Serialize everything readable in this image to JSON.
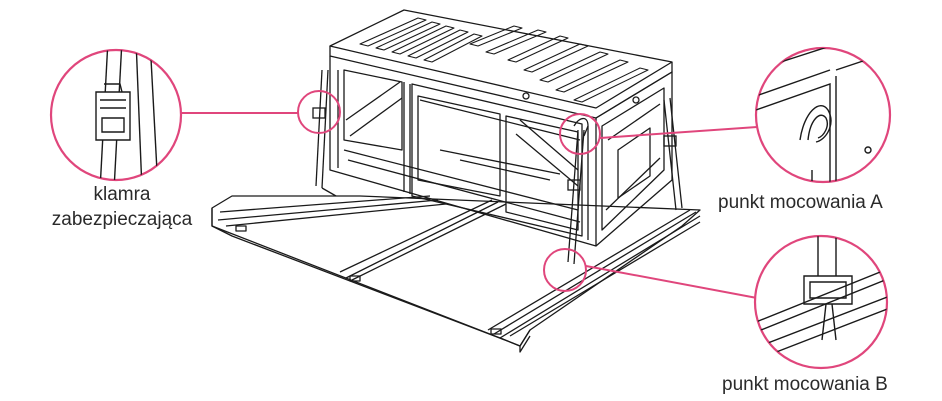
{
  "labels": {
    "clasp_line1": "klamra",
    "clasp_line2": "zabezpieczająca",
    "point_a": "punkt mocowania A",
    "point_b": "punkt mocowania B"
  },
  "colors": {
    "callout": "#e0467c",
    "line_art": "#1a1a1a",
    "background": "#ffffff",
    "text": "#2a2a2a"
  },
  "icons": {
    "main": "cargo-box-on-rails-illustration",
    "detail_left": "strap-buckle-detail",
    "detail_a": "hook-anchor-detail",
    "detail_b": "rail-buckle-detail"
  }
}
